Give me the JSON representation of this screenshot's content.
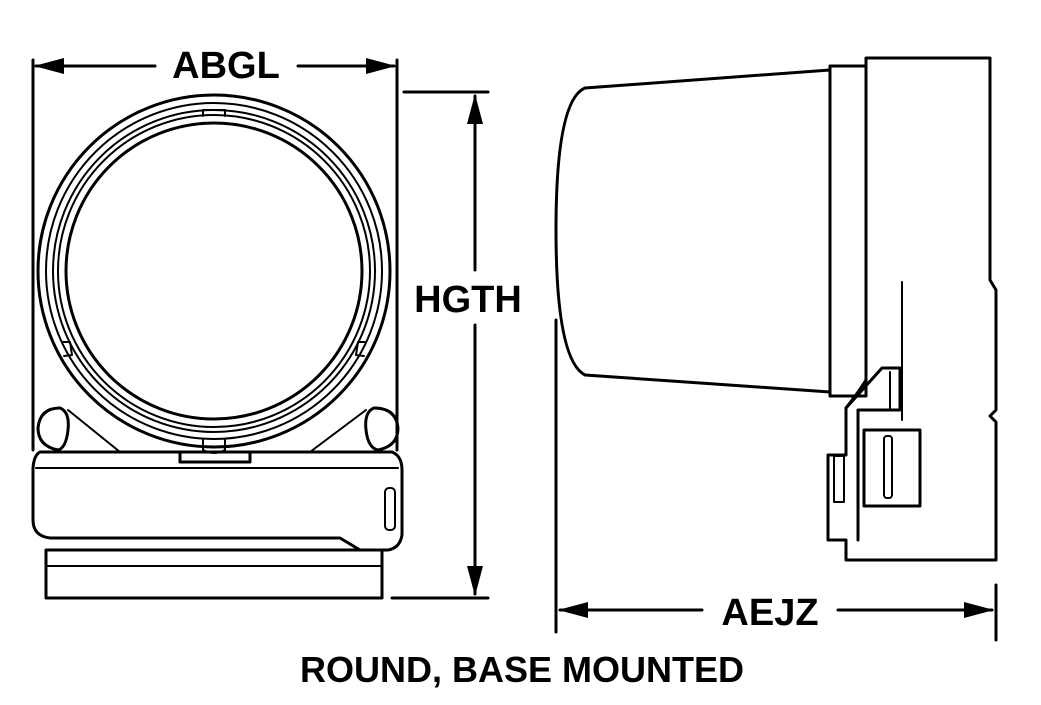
{
  "diagram": {
    "dimensions": {
      "width_label": "ABGL",
      "height_label": "HGTH",
      "depth_label": "AEJZ"
    },
    "caption": "ROUND, BASE MOUNTED",
    "colors": {
      "line": "#000000",
      "background": "#ffffff"
    }
  }
}
